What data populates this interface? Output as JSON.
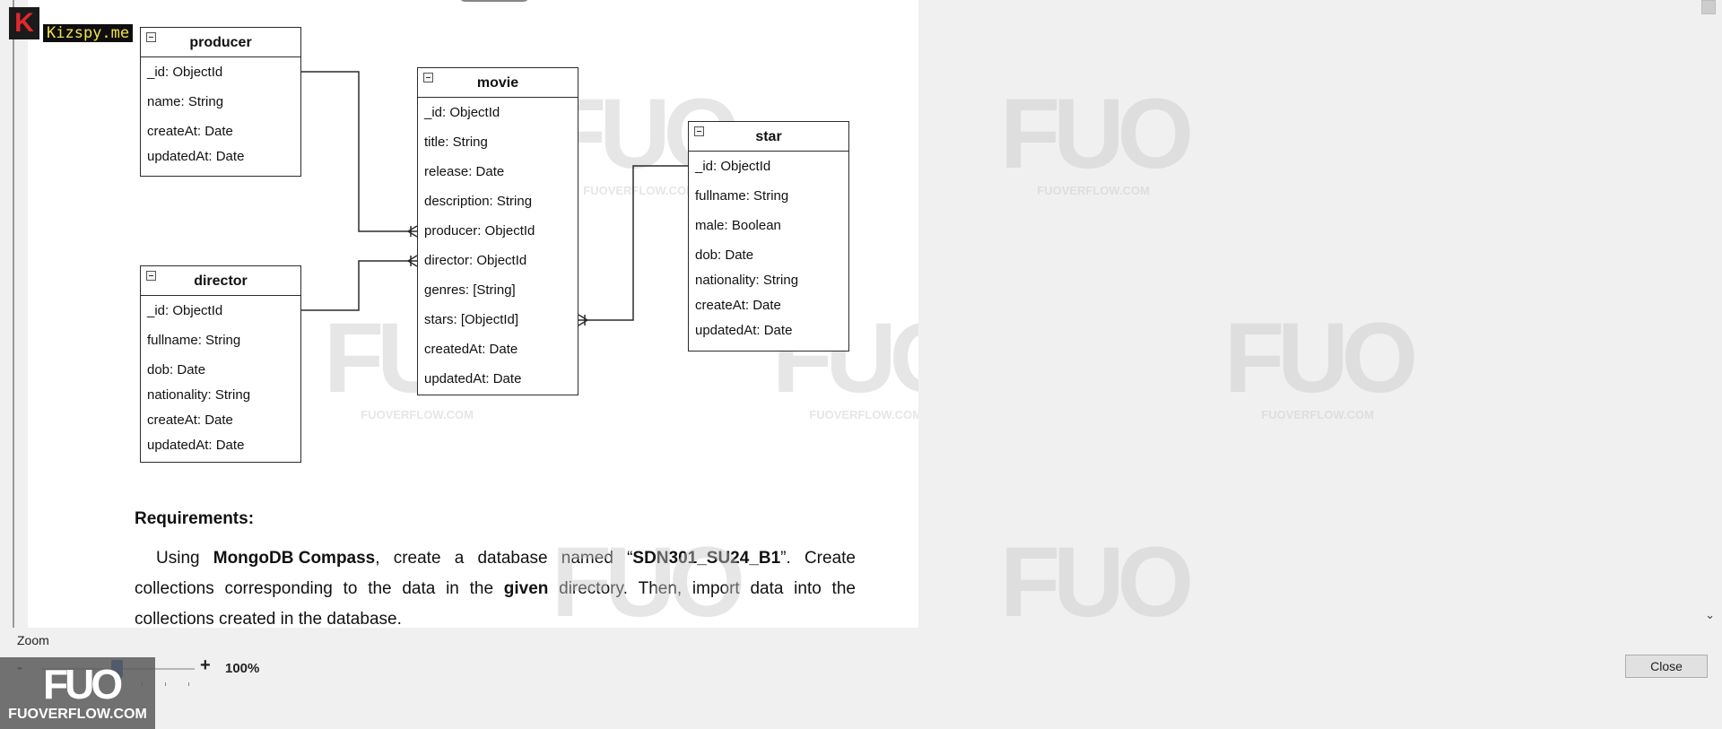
{
  "app": {
    "brand_text": "Kizspy.me"
  },
  "diagram": {
    "producer": {
      "title": "producer",
      "fields": [
        "_id: ObjectId",
        "name: String",
        "createAt: Date",
        "updatedAt: Date"
      ]
    },
    "director": {
      "title": "director",
      "fields": [
        "_id: ObjectId",
        "fullname: String",
        "dob: Date",
        "nationality: String",
        "createAt: Date",
        "updatedAt: Date"
      ]
    },
    "movie": {
      "title": "movie",
      "fields": [
        "_id: ObjectId",
        "title: String",
        "release: Date",
        "description: String",
        "producer: ObjectId",
        "director: ObjectId",
        "genres: [String]",
        "stars: [ObjectId]",
        "createdAt: Date",
        "updatedAt: Date"
      ]
    },
    "star": {
      "title": "star",
      "fields": [
        "_id: ObjectId",
        "fullname: String",
        "male: Boolean",
        "dob: Date",
        "nationality: String",
        "createAt: Date",
        "updatedAt: Date"
      ]
    }
  },
  "requirements": {
    "title": "Requirements:",
    "line1": {
      "w1": "Using",
      "w2": "MongoDB Compass",
      "w3": ",",
      "w4": "create",
      "w5": "a",
      "w6": "database",
      "w7": "named",
      "w8": "“",
      "w9": "SDN301_SU24_B1",
      "w10": "”.",
      "w11": "Create"
    },
    "line2": {
      "w1": "collections",
      "w2": "corresponding",
      "w3": "to",
      "w4": "the",
      "w5": "data",
      "w6": "in",
      "w7": "the",
      "w8": "given",
      "w9": "directory.",
      "w10": "Then,",
      "w11": "import",
      "w12": "data",
      "w13": "into",
      "w14": "the"
    },
    "line3": "collections created in the database."
  },
  "watermark": {
    "big": "FUO",
    "small": "FUOVERFLOW.COM"
  },
  "zoom": {
    "label": "Zoom",
    "minus": "-",
    "plus": "+",
    "value": "100%",
    "level_percent": 100
  },
  "buttons": {
    "close": "Close"
  },
  "badge": {
    "big": "FUO",
    "small": "FUOVERFLOW.COM"
  },
  "colors": {
    "slider_thumb": "#1f57c7",
    "brand_red": "#e0292d",
    "brand_yellow": "#f4e34a"
  }
}
